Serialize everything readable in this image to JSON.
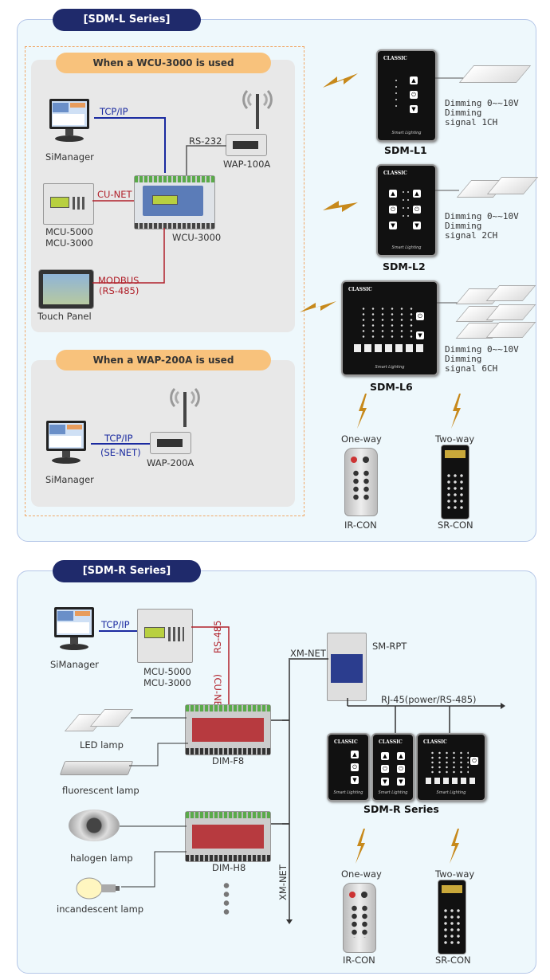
{
  "sdm_l": {
    "tab": "[SDM-L Series]",
    "wcu_section": {
      "title": "When a WCU-3000 is used",
      "simanager": "SiManager",
      "tcpip": "TCP/IP",
      "rs232": "RS-232",
      "wap100a": "WAP-100A",
      "cunet": "CU-NET",
      "mcu5000": "MCU-5000",
      "mcu3000": "MCU-3000",
      "wcu3000": "WCU-3000",
      "modbus": "MODBUS",
      "rs485": "(RS-485)",
      "touch_panel": "Touch Panel"
    },
    "wap_section": {
      "title": "When a WAP-200A is used",
      "tcpip": "TCP/IP",
      "senet": "(SE-NET)",
      "wap200a": "WAP-200A",
      "simanager": "SiManager"
    },
    "devices": [
      {
        "name": "SDM-L1",
        "dimming": "Dimming 0~~10V",
        "dimming2": "Dimming",
        "signal": "signal 1CH"
      },
      {
        "name": "SDM-L2",
        "dimming": "Dimming 0~~10V",
        "dimming2": "Dimming",
        "signal": "signal 2CH"
      },
      {
        "name": "SDM-L6",
        "dimming": "Dimming 0~~10V",
        "dimming2": "Dimming",
        "signal": "signal 6CH"
      }
    ],
    "remotes": {
      "oneway": "One-way",
      "twoway": "Two-way",
      "ircon": "IR-CON",
      "srcon": "SR-CON"
    }
  },
  "sdm_r": {
    "tab": "[SDM-R Series]",
    "simanager": "SiManager",
    "tcpip": "TCP/IP",
    "mcu5000": "MCU-5000",
    "mcu3000": "MCU-3000",
    "rs485": "RS-485",
    "cunet": "(CU-NET)",
    "xmnet": "XM-NET",
    "smrpt": "SM-RPT",
    "rj45": "RJ-45(power/RS-485)",
    "led_lamp": "LED lamp",
    "dimf8": "DIM-F8",
    "fluorescent": "fluorescent lamp",
    "halogen": "halogen lamp",
    "dimh8": "DIM-H8",
    "incandescent": "incandescent lamp",
    "xmnet_vertical": "XM-NET",
    "series": "SDM-R Series",
    "oneway": "One-way",
    "twoway": "Two-way",
    "ircon": "IR-CON",
    "srcon": "SR-CON"
  },
  "brand": "CLASSIC",
  "brand_sub": "Smart Lighting"
}
